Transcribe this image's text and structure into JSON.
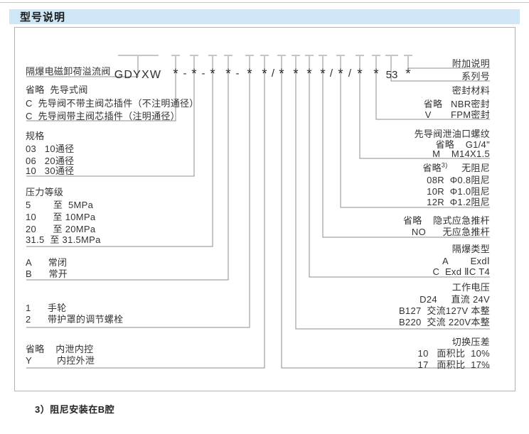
{
  "header": {
    "title": "型号说明"
  },
  "colors": {
    "header_bg": "#cfe6f6",
    "box_border": "#b3b3b3",
    "line": "#8c8c8c",
    "text": "#333333"
  },
  "code": {
    "tokens": [
      "GDYXW",
      "*",
      "-",
      "*",
      "-",
      "*",
      "*",
      "-",
      "*",
      "*",
      "/",
      "*",
      "*",
      "*",
      "*",
      "/",
      "*",
      "/",
      "*",
      "*",
      "53",
      "*"
    ]
  },
  "left": {
    "valve_name": "隔爆电磁卸荷溢流阀",
    "pilot": [
      "省略  先导式阀",
      "C  先导阀不带主阀芯插件（不注明通径）",
      "C  先导阀带主阀芯插件（注明通径）"
    ],
    "size": [
      "规格",
      "03   10通径",
      "06   20通径",
      "10   30通径"
    ],
    "pressure": [
      "压力等级",
      "5        至  5MPa",
      "10      至 10MPa",
      "20      至 20MPa",
      "31.5  至 31.5MPa"
    ],
    "function": [
      "A      常闭",
      "B      常开"
    ],
    "adjust": [
      "1      手轮",
      "2      带护罩的调节螺栓"
    ],
    "drain": [
      "省略    内泄内控",
      "Y         内控外泄"
    ]
  },
  "right": {
    "note": "附加说明",
    "series": "系列号",
    "seal": [
      "密封材料",
      "省略   NBR密封",
      "V       FPM密封"
    ],
    "thread": [
      "先导阀泄油口螺纹",
      "省略    G1/4\"",
      "M    M14X1.5"
    ],
    "damping_omit": {
      "code": "省略",
      "sup": "3)",
      "desc": "     无阻尼"
    },
    "damping": [
      "08R  Φ0.8阻尼",
      "10R  Φ1.0阻尼",
      "12R  Φ1.2阻尼"
    ],
    "pushrod": [
      "省略    隐式应急推杆",
      "NO      无应急推杆"
    ],
    "exproof": [
      "隔爆类型",
      "A        ExdⅠ",
      "C  Exd ⅡC T4"
    ],
    "voltage": [
      "工作电压",
      "D24     直流 24V",
      "B127  交流127V 本整",
      "B220  交流 220V本整"
    ],
    "pressure_diff": [
      "切换压差",
      "10   面积比  10%",
      "17   面积比  17%"
    ]
  },
  "footnote": "3）阻尼安装在B腔"
}
